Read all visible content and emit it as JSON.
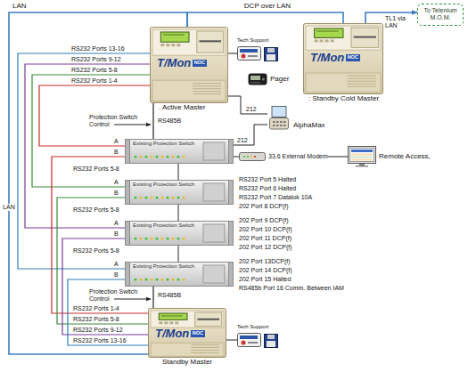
{
  "diagram": {
    "nodes": [
      {
        "text": [
          "T/Mon",
          "NOC",
          ". Active Master"
        ]
      },
      {
        "text": [
          "T/Mon",
          "NOC",
          ": Standby Cold Master"
        ]
      },
      {
        "text": [
          "To Telenium M.O.M."
        ]
      },
      {
        "text": [
          "Existing Protection Switch"
        ]
      },
      {
        "text": [
          "Existing Protection Switch"
        ]
      },
      {
        "text": [
          "Existing Protection Switch"
        ]
      },
      {
        "text": [
          "Existing Protection Switch"
        ]
      },
      {
        "text": [
          "T/Mon",
          "NOC",
          "Standby Master"
        ]
      },
      {
        "text": [
          "Tech Support"
        ]
      },
      {
        "text": [
          "Pager"
        ]
      },
      {
        "text": [
          "AlphaMax"
        ]
      },
      {
        "text": [
          "33.6 External Modem"
        ]
      },
      {
        "text": [
          "Remote Access,"
        ]
      },
      {
        "text": [
          "Tech Support"
        ]
      }
    ],
    "edges": [
      {
        "from": 0,
        "to": 1,
        "arrow": "none",
        "label": "DCP over LAN"
      },
      {
        "from": 1,
        "to": 2,
        "arrow": "to",
        "label": "TL1 via LAN"
      },
      {
        "from": 0,
        "to": 7,
        "arrow": "none",
        "label": "LAN"
      },
      {
        "from": 0,
        "to": 3,
        "arrow": "none",
        "label": "RS485B"
      },
      {
        "from": 3,
        "to": 4,
        "arrow": "none"
      },
      {
        "from": 4,
        "to": 5,
        "arrow": "none"
      },
      {
        "from": 5,
        "to": 6,
        "arrow": "none"
      },
      {
        "from": 7,
        "to": 6,
        "arrow": "none",
        "label": "RS485B"
      },
      {
        "from": 0,
        "to": 3,
        "arrow": "none"
      },
      {
        "from": 0,
        "to": 4,
        "arrow": "none"
      },
      {
        "from": 0,
        "to": 5,
        "arrow": "none"
      },
      {
        "from": 0,
        "to": 6,
        "arrow": "none"
      },
      {
        "from": 7,
        "to": 3,
        "arrow": "none"
      },
      {
        "from": 7,
        "to": 4,
        "arrow": "none"
      },
      {
        "from": 7,
        "to": 5,
        "arrow": "none"
      },
      {
        "from": 7,
        "to": 6,
        "arrow": "none"
      },
      {
        "from": 0,
        "to": 8,
        "arrow": "none"
      },
      {
        "from": 0,
        "to": 10,
        "arrow": "none",
        "label": "212"
      },
      {
        "from": 3,
        "to": 10,
        "arrow": "none",
        "label": "212"
      },
      {
        "from": 3,
        "to": 11,
        "arrow": "none"
      },
      {
        "from": 11,
        "to": 12,
        "arrow": "none"
      },
      {
        "from": 7,
        "to": 13,
        "arrow": "none"
      }
    ],
    "labels": [
      "LAN",
      "RS232 Ports 13-16",
      "RS232 Ports 9-12",
      "RS232 Ports 5-8",
      "RS232 Ports 1-4",
      "Protection Switch Control",
      "A",
      "B",
      "RS232 Ports 5-8",
      "A",
      "B",
      "RS232 Ports 5-8",
      "A",
      "B",
      "RS232 Ports 5-8",
      "A",
      "B",
      "RS232 Port 5 Halted",
      "RS232 Port 6 Halted",
      "RS232 Port 7 Datalok 10A",
      "202 Port 8 DCP(f)",
      "202 Port 9 DCP(f)",
      "202 Port 10 DCP(f)",
      "202 Port 11 DCP(f)",
      "202 Port 12 DCP(f)",
      "202 Port 13DCP(f)",
      "202 Port 14 DCP(f)",
      "202 Port 15 Halted",
      "RS485b Port 16 Comm. Between IAM",
      "Protection Switch Control",
      "RS232 Ports 1-4",
      "RS232 Ports 5-8",
      "RS232 Ports 9-12",
      "RS232 Ports 13-16"
    ]
  }
}
